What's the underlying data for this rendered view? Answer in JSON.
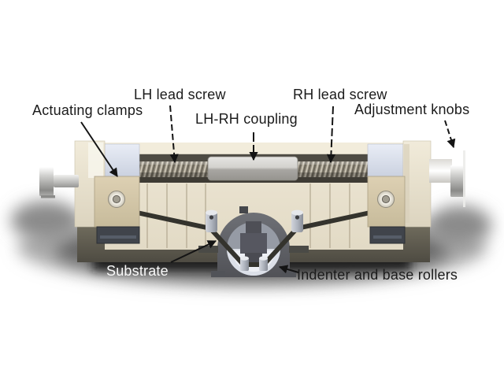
{
  "diagram": {
    "description": "Cross-section illustration of a substrate bending apparatus",
    "labels": {
      "actuating_clamps": "Actuating clamps",
      "lh_lead_screw": "LH lead screw",
      "lh_rh_coupling": "LH-RH coupling",
      "rh_lead_screw": "RH lead screw",
      "adjustment_knobs": "Adjustment knobs",
      "substrate": "Substrate",
      "indenter_and_base_rollers": "Indenter and base rollers"
    },
    "colors": {
      "background": "#ffffff",
      "body_cream": "#ebe4d1",
      "top_face": "#f2ecdb",
      "channel_dark": "#4e4b43",
      "lead_screw_thread": "#968f80",
      "coupling_light": "#e2e1de",
      "coupling_dark": "#9c9a96",
      "clamp_tan": "#d6caac",
      "slider_blue": "#e2e7f1",
      "slot_dark": "#40444b",
      "base_olive": "#5d594d",
      "substrate_band": "#34332d",
      "arch_gray": "#5f6166",
      "dome_light": "#dce0e8",
      "indenter_slate": "#565760",
      "metal_knob": "#b9b9b7",
      "shadow_dark": "#1d1d1d",
      "label_text": "#1b1b1b",
      "substrate_label_text": "#fafafa",
      "arrow": "#141414"
    }
  }
}
